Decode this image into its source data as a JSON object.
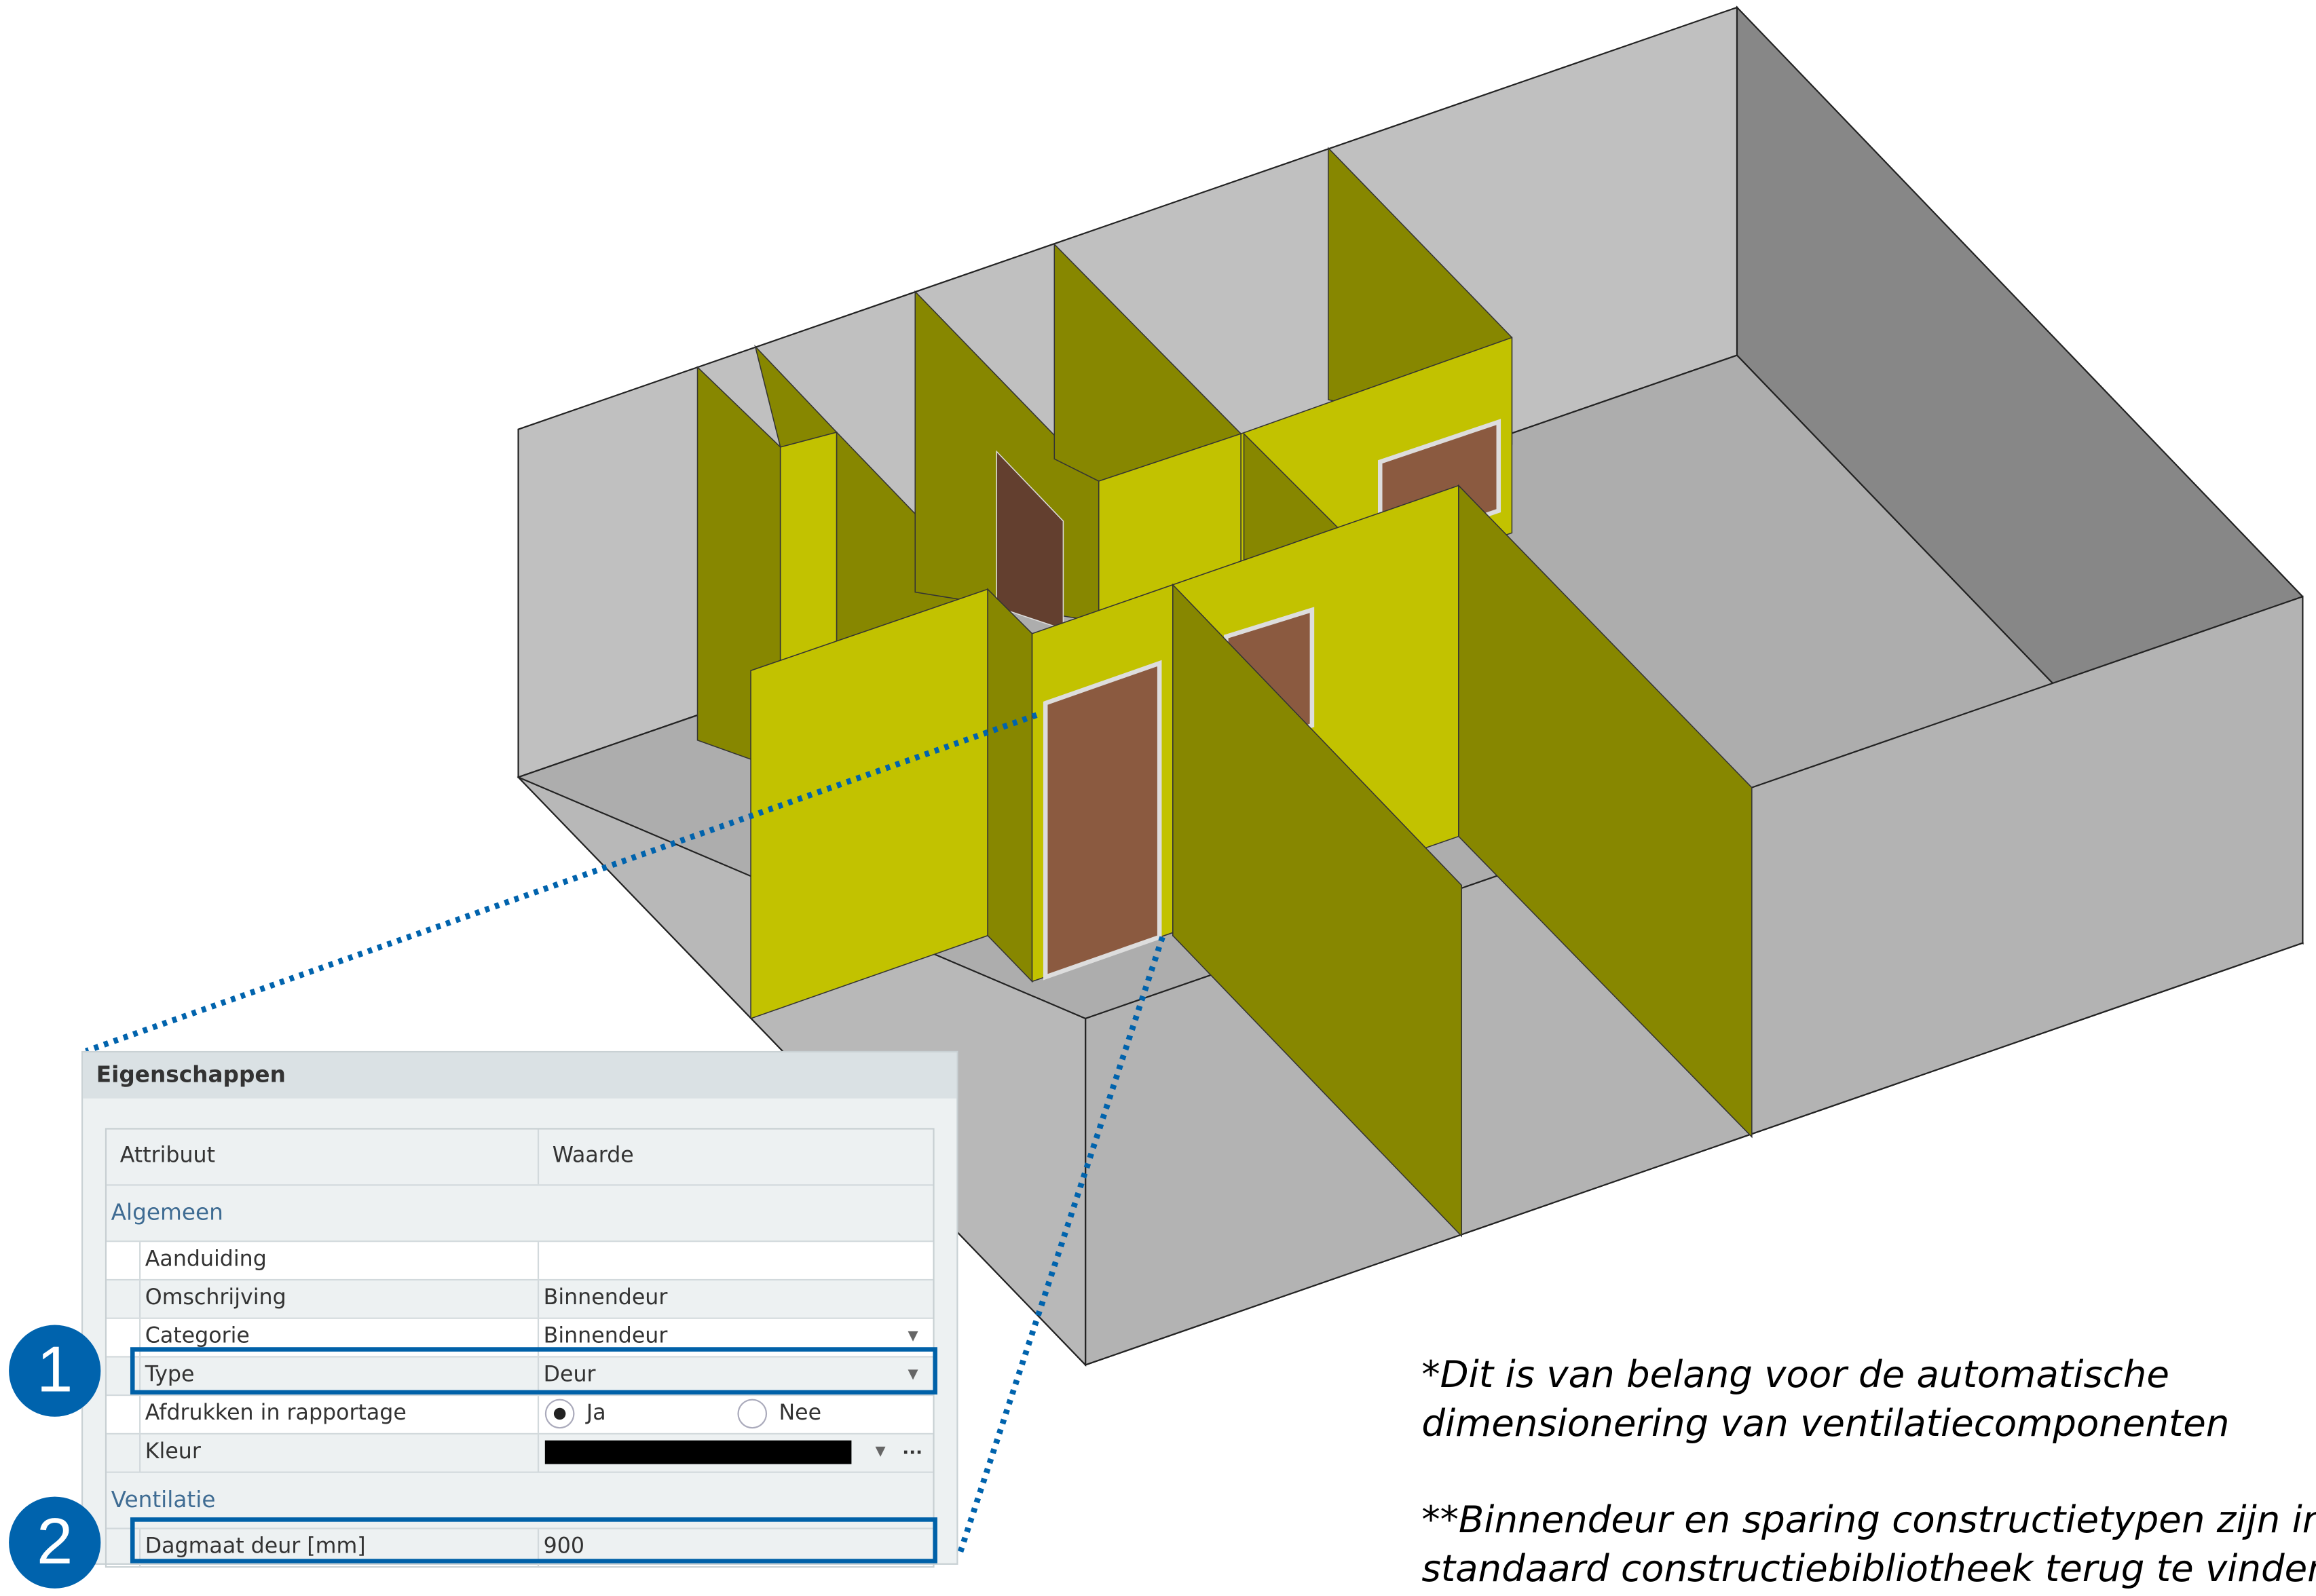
{
  "panel": {
    "title": "Eigenschappen",
    "columns": {
      "attribute": "Attribuut",
      "value": "Waarde"
    },
    "groups": {
      "general": "Algemeen",
      "ventilation": "Ventilatie"
    },
    "rows": {
      "aanduiding": {
        "label": "Aanduiding",
        "value": ""
      },
      "omschrijving": {
        "label": "Omschrijving",
        "value": "Binnendeur"
      },
      "categorie": {
        "label": "Categorie",
        "value": "Binnendeur"
      },
      "type": {
        "label": "Type",
        "value": "Deur"
      },
      "afdrukken": {
        "label": "Afdrukken in rapportage",
        "option_yes": "Ja",
        "option_no": "Nee",
        "selected": "Ja"
      },
      "kleur": {
        "label": "Kleur",
        "color": "#000000",
        "more": "···"
      },
      "dagmaat": {
        "label": "Dagmaat deur [mm]",
        "value": "900"
      }
    }
  },
  "badges": {
    "one": "1",
    "two": "2"
  },
  "notes": {
    "line1": "*Dit is van belang voor de automatische",
    "line2": "dimensionering van ventilatiecomponenten",
    "line3": "**Binnendeur en sparing constructietypen zijn in de",
    "line4": "standaard constructiebibliotheek terug te vinden"
  },
  "colors": {
    "accent": "#0063ad",
    "wall_light": "#c2c200",
    "wall_dark": "#878700",
    "door": "#8b5a40"
  }
}
